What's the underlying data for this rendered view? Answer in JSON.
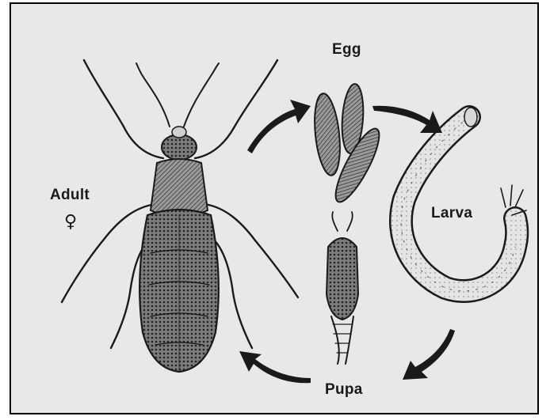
{
  "labels": {
    "egg": "Egg",
    "larva": "Larva",
    "pupa": "Pupa",
    "adult": "Adult",
    "female_symbol": "♀"
  },
  "colors": {
    "background": "#e8e8e6",
    "ink": "#1a1a1a",
    "frame": "#000000"
  },
  "icons": [
    "adult-insect-illustration",
    "egg-illustration",
    "larva-illustration",
    "pupa-illustration",
    "cycle-arrow"
  ]
}
